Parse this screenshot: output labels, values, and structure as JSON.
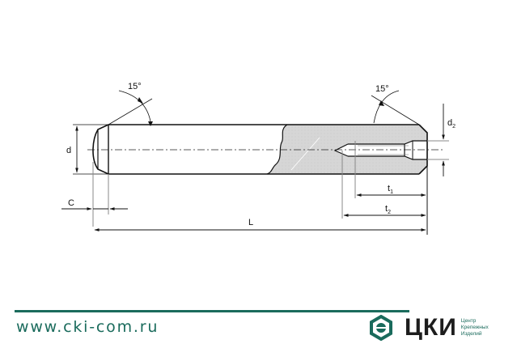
{
  "drawing": {
    "subject": "Dowel pin with internal thread",
    "labels": {
      "angle_left": "15°",
      "angle_right": "15°",
      "diameter": "d",
      "thread_diameter": "d",
      "thread_diameter_sub": "2",
      "chamfer": "C",
      "thread_depth_1": "t",
      "thread_depth_1_sub": "1",
      "thread_depth_2": "t",
      "thread_depth_2_sub": "2",
      "length": "L"
    },
    "colors": {
      "line": "#111111",
      "dimension": "#444444",
      "extension": "#888888",
      "section_fill": "#d9d9d9"
    }
  },
  "footer": {
    "url": "www.cki-com.ru",
    "brand_name": "ЦКИ",
    "tagline": [
      "Центр",
      "Крепежных",
      "Изделий"
    ],
    "accent_color": "#1a6b5c"
  }
}
